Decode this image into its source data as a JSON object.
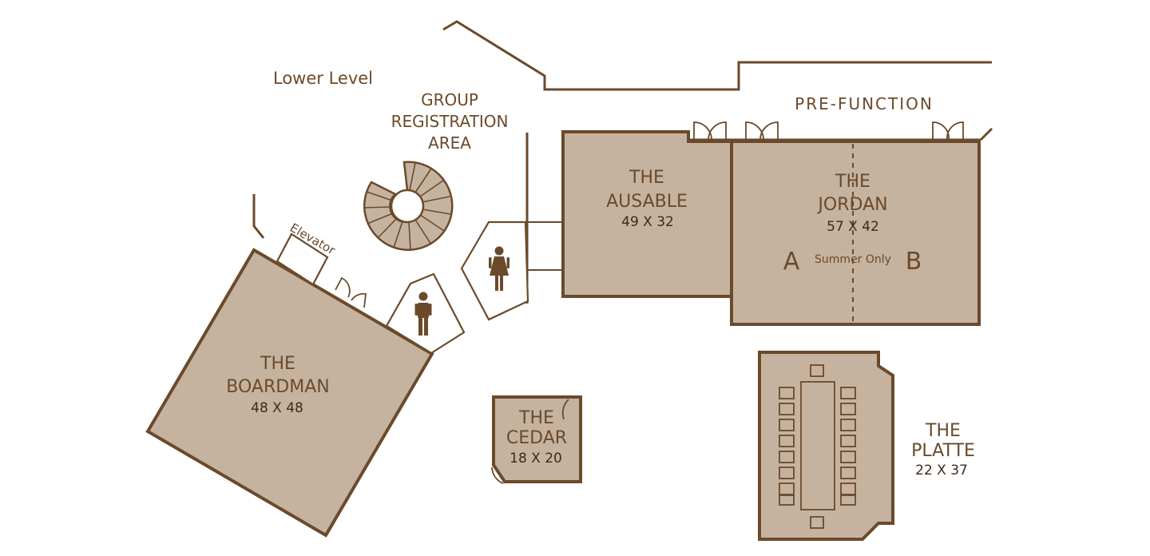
{
  "level_label": "Lower Level",
  "group_registration": [
    "GROUP",
    "REGISTRATION",
    "AREA"
  ],
  "prefunction_label": "PRE-FUNCTION",
  "elevator_label": "Elevator",
  "rooms": {
    "ausable": {
      "line1": "THE",
      "line2": "AUSABLE",
      "dims": "49 X 32"
    },
    "jordan": {
      "line1": "THE",
      "line2": "JORDAN",
      "dims": "57 X 42",
      "section_a": "A",
      "section_b": "B",
      "note": "Summer Only"
    },
    "boardman": {
      "line1": "THE",
      "line2": "BOARDMAN",
      "dims": "48 X 48"
    },
    "cedar": {
      "line1": "THE",
      "line2": "CEDAR",
      "dims": "18 X 20"
    },
    "platte": {
      "line1": "THE",
      "line2": "PLATTE",
      "dims": "22 X 37"
    }
  },
  "icons": [
    "staircase-icon",
    "restroom-men-icon",
    "restroom-women-icon",
    "double-door-icon",
    "conference-table-icon"
  ],
  "colors": {
    "wall": "#6b4a2b",
    "room_fill": "#c6b39f",
    "text": "#6b4a2b"
  }
}
